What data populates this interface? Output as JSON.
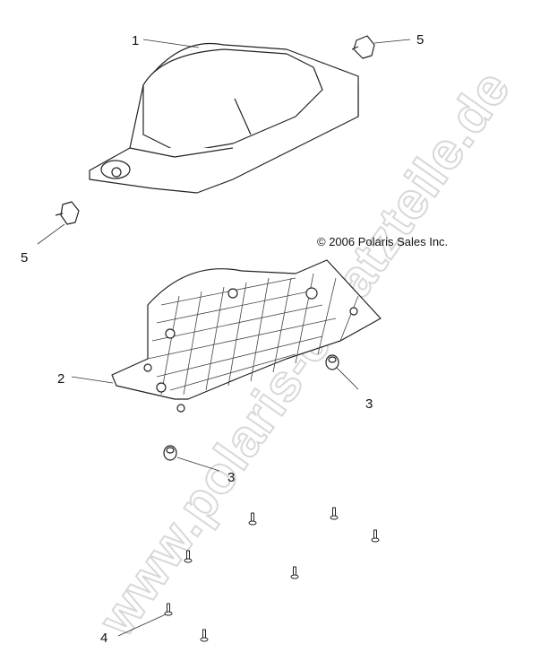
{
  "diagram": {
    "type": "exploded-parts-view",
    "copyright": "© 2006 Polaris Sales Inc.",
    "watermark": "www.polaris-ersatzteile.de",
    "callouts": [
      {
        "id": "c1",
        "label": "1",
        "part": "storage-cover"
      },
      {
        "id": "c5a",
        "label": "5",
        "part": "latch-upper"
      },
      {
        "id": "c5b",
        "label": "5",
        "part": "latch-lower"
      },
      {
        "id": "c2",
        "label": "2",
        "part": "storage-tray"
      },
      {
        "id": "c3a",
        "label": "3",
        "part": "grommet-right"
      },
      {
        "id": "c3b",
        "label": "3",
        "part": "grommet-left"
      },
      {
        "id": "c4",
        "label": "4",
        "part": "screws"
      }
    ]
  }
}
